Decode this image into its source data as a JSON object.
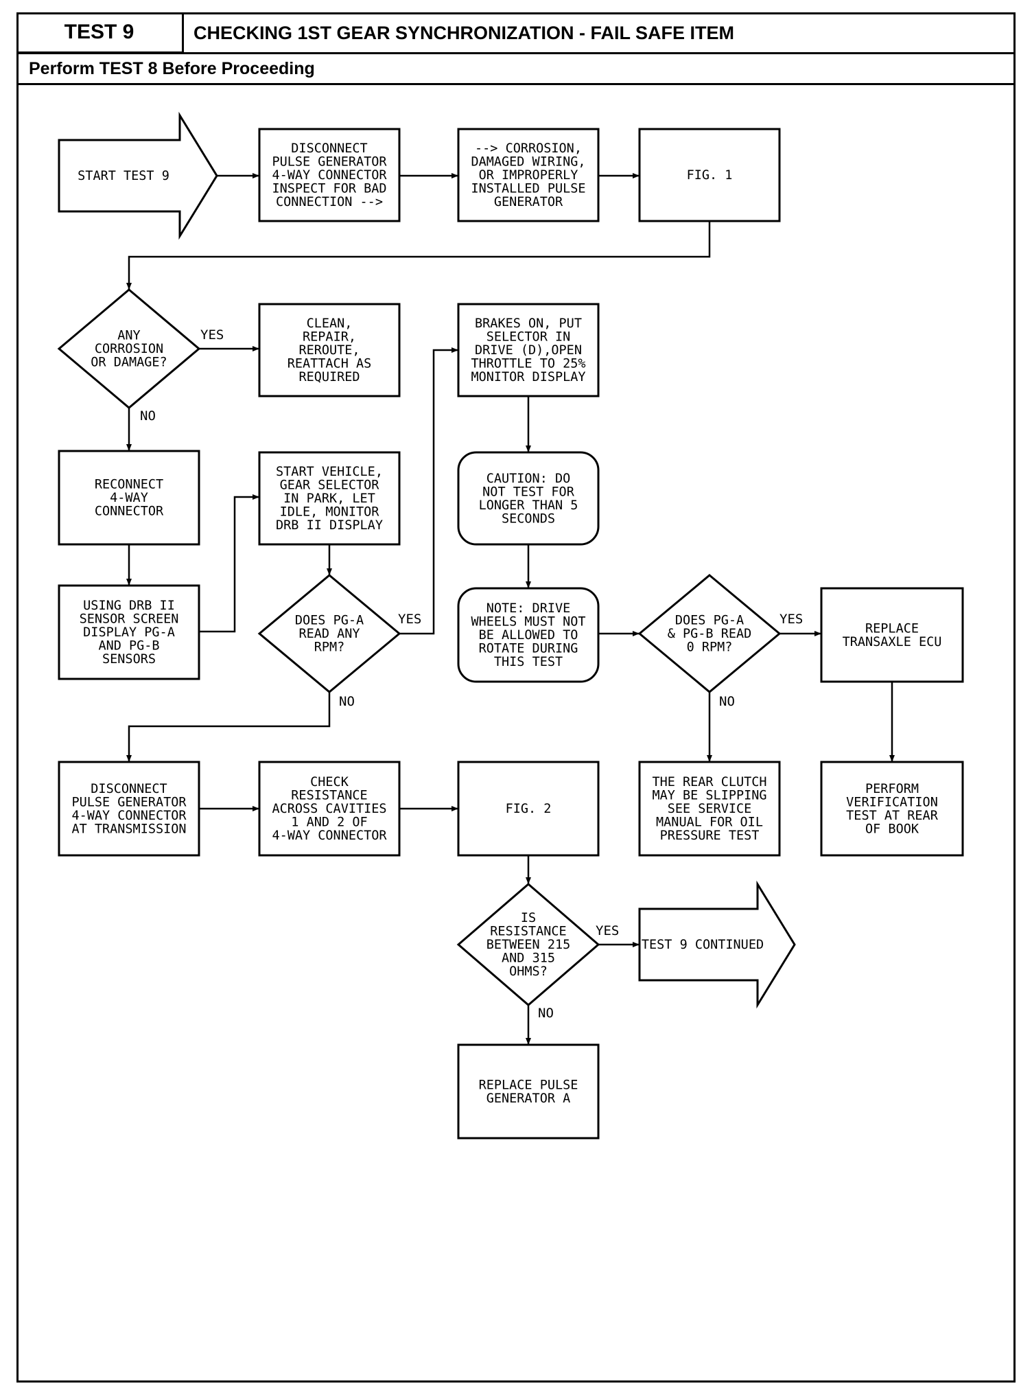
{
  "header": {
    "test_label": "TEST 9",
    "title": "CHECKING 1ST GEAR SYNCHRONIZATION - FAIL SAFE ITEM",
    "subtitle": "Perform TEST 8 Before Proceeding"
  },
  "nodes": [
    {
      "id": "start",
      "lines": [
        "START TEST 9"
      ]
    },
    {
      "id": "disconnect-pg",
      "lines": [
        "DISCONNECT",
        "PULSE GENERATOR",
        "4-WAY CONNECTOR",
        "INSPECT FOR BAD",
        "CONNECTION -->"
      ]
    },
    {
      "id": "corrosion-note",
      "lines": [
        "--> CORROSION,",
        "DAMAGED WIRING,",
        "OR IMPROPERLY",
        "INSTALLED PULSE",
        "GENERATOR"
      ]
    },
    {
      "id": "fig1",
      "lines": [
        "FIG. 1"
      ]
    },
    {
      "id": "any-corrosion",
      "lines": [
        "ANY",
        "CORROSION",
        "OR DAMAGE?"
      ]
    },
    {
      "id": "clean",
      "lines": [
        "CLEAN,",
        "REPAIR,",
        "REROUTE,",
        "REATTACH AS",
        "REQUIRED"
      ]
    },
    {
      "id": "brakes",
      "lines": [
        "BRAKES ON, PUT",
        "SELECTOR IN",
        "DRIVE (D),OPEN",
        "THROTTLE TO 25%",
        "MONITOR DISPLAY"
      ]
    },
    {
      "id": "reconnect",
      "lines": [
        "RECONNECT",
        "4-WAY",
        "CONNECTOR"
      ]
    },
    {
      "id": "start-vehicle",
      "lines": [
        "START VEHICLE,",
        "GEAR SELECTOR",
        "IN PARK, LET",
        "IDLE, MONITOR",
        "DRB II DISPLAY"
      ]
    },
    {
      "id": "caution",
      "lines": [
        "CAUTION: DO",
        "NOT TEST FOR",
        "LONGER THAN 5",
        "SECONDS"
      ]
    },
    {
      "id": "using-drb",
      "lines": [
        "USING DRB II",
        "SENSOR SCREEN",
        "DISPLAY PG-A",
        "AND PG-B",
        "SENSORS"
      ]
    },
    {
      "id": "pga-rpm",
      "lines": [
        "DOES PG-A",
        "READ ANY",
        "RPM?"
      ]
    },
    {
      "id": "note-wheels",
      "lines": [
        "NOTE: DRIVE",
        "WHEELS MUST NOT",
        "BE ALLOWED TO",
        "ROTATE DURING",
        "THIS TEST"
      ]
    },
    {
      "id": "pga-pgb-zero",
      "lines": [
        "DOES PG-A",
        "& PG-B READ",
        "0 RPM?"
      ]
    },
    {
      "id": "replace-ecu",
      "lines": [
        "REPLACE",
        "TRANSAXLE ECU"
      ]
    },
    {
      "id": "disconnect-trans",
      "lines": [
        "DISCONNECT",
        "PULSE GENERATOR",
        "4-WAY CONNECTOR",
        "AT TRANSMISSION"
      ]
    },
    {
      "id": "check-resistance",
      "lines": [
        "CHECK",
        "RESISTANCE",
        "ACROSS CAVITIES",
        "1 AND 2 OF",
        "4-WAY CONNECTOR"
      ]
    },
    {
      "id": "fig2",
      "lines": [
        "FIG. 2"
      ]
    },
    {
      "id": "rear-clutch",
      "lines": [
        "THE REAR CLUTCH",
        "MAY BE SLIPPING",
        "SEE SERVICE",
        "MANUAL FOR OIL",
        "PRESSURE TEST"
      ]
    },
    {
      "id": "verification",
      "lines": [
        "PERFORM",
        "VERIFICATION",
        "TEST AT REAR",
        "OF BOOK"
      ]
    },
    {
      "id": "resistance-range",
      "lines": [
        "IS",
        "RESISTANCE",
        "BETWEEN 215",
        "AND 315",
        "OHMS?"
      ]
    },
    {
      "id": "test9-continued",
      "lines": [
        "TEST 9 CONTINUED"
      ]
    },
    {
      "id": "replace-pg",
      "lines": [
        "REPLACE PULSE",
        "GENERATOR A"
      ]
    }
  ],
  "edge_labels": {
    "yes": "YES",
    "no": "NO"
  },
  "colors": {
    "ink": "#000000",
    "paper": "#ffffff"
  }
}
